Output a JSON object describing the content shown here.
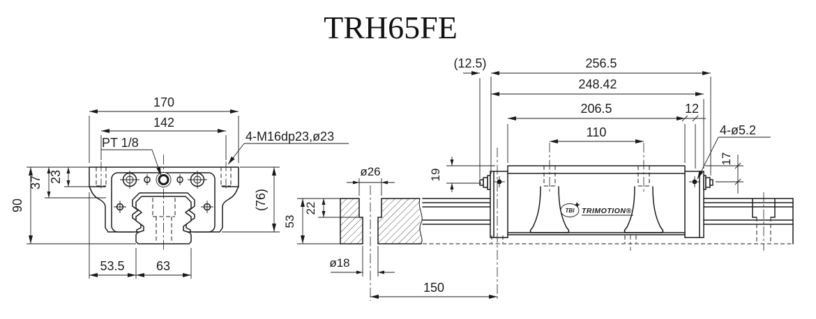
{
  "title": "TRH65FE",
  "front": {
    "w_flange": "170",
    "w_holes": "142",
    "port": "PT 1/8",
    "tap_note": "4-M16dp23,ø23",
    "h_total": "90",
    "h_flange": "37",
    "h_step": "23",
    "h_block": "(76)",
    "off_left": "53.5",
    "rail_w": "63"
  },
  "side": {
    "nip_overhang": "(12.5)",
    "l_total": "256.5",
    "l_block": "248.42",
    "l_body": "206.5",
    "l_cap": "12",
    "hole_pitch_block": "110",
    "endcap_holes": "4-ø5.2",
    "nip_h_left": "19",
    "nip_h_right": "17",
    "cbore_d": "ø26",
    "cbore_depth": "22",
    "rail_h": "53",
    "hole_d": "ø18",
    "rail_pitch": "150"
  },
  "logo": {
    "emblem": "TBI",
    "brand": "TRIMOTION®"
  }
}
